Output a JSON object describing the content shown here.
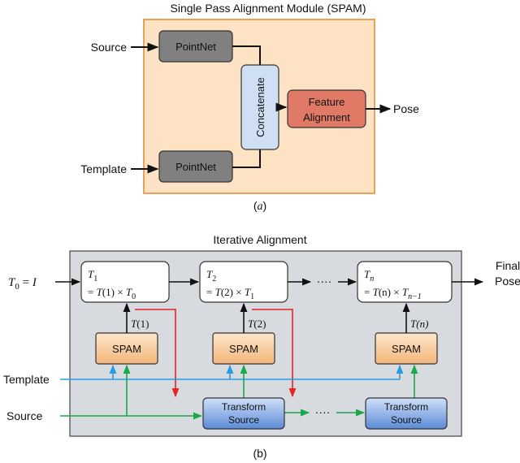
{
  "spam": {
    "title": "Single Pass Alignment Module (SPAM)",
    "source_label": "Source",
    "template_label": "Template",
    "pointnet_top": "PointNet",
    "pointnet_bottom": "PointNet",
    "concatenate": "Concatenate",
    "feature_line1": "Feature",
    "feature_line2": "Alignment",
    "pose_label": "Pose",
    "caption_open": "(",
    "caption_letter": "a",
    "caption_close": ")"
  },
  "iterative": {
    "title": "Iterative Alignment",
    "input_T": "T",
    "input_sub": "0",
    "input_eq": " = ",
    "input_I": "I",
    "final_line1": "Final",
    "final_line2": "Pose",
    "dots_top": "····",
    "dots_bottom": "····",
    "template_label": "Template",
    "source_label": "Source",
    "caption": "(b)",
    "steps": [
      {
        "T_sym": "T",
        "T_sub": "1",
        "eq_a": "= ",
        "eq_T": "T",
        "eq_arg": "(1) × ",
        "eq_T2": "T",
        "eq_sub2": "0",
        "out_T": "T",
        "out_arg": "(1)",
        "spam": "SPAM",
        "transform_line1": "Transform",
        "transform_line2": "Source"
      },
      {
        "T_sym": "T",
        "T_sub": "2",
        "eq_a": "= ",
        "eq_T": "T",
        "eq_arg": "(2) × ",
        "eq_T2": "T",
        "eq_sub2": "1",
        "out_T": "T",
        "out_arg": "(2)",
        "spam": "SPAM",
        "transform_line1": "Transform",
        "transform_line2": "Source"
      },
      {
        "T_sym": "T",
        "T_sub": "n",
        "eq_a": "= ",
        "eq_T": "T",
        "eq_arg": "(n) × ",
        "eq_T2": "T",
        "eq_sub2": "n−1",
        "out_T": "T",
        "out_arg": "(n)",
        "spam": "SPAM"
      }
    ]
  },
  "colors": {
    "spam_fill": "#fde3c3",
    "spam_stroke": "#e8a257",
    "pointnet_fill": "#808080",
    "concat_fill": "#cfe0f5",
    "feature_fill": "#e07a66",
    "iter_fill": "#d7dadf",
    "transform_fill": "#5b8bd8",
    "template_line": "#2b9be0",
    "source_line": "#1aa84a",
    "feedback_line": "#e52222"
  }
}
